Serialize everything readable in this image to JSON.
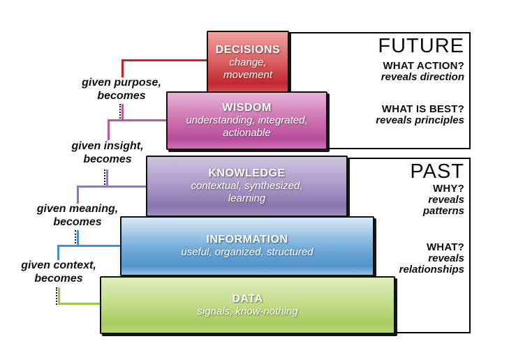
{
  "diagram": {
    "blocks": [
      {
        "name": "decisions",
        "title": "DECISIONS",
        "subtitle": "change,\nmovement",
        "color_top": "#f0a19e",
        "color_mid": "#d8595c",
        "color_bottom": "#c2282e",
        "color_edge": "#d4565c",
        "line_color": "#cb2128"
      },
      {
        "name": "wisdom",
        "title": "WISDOM",
        "subtitle": "understanding, integrated,\nactionable",
        "color_top": "#e6b4d8",
        "color_mid": "#ca6dac",
        "color_bottom": "#b84e9c",
        "color_edge": "#cd74b2",
        "line_color": "#c1589e"
      },
      {
        "name": "knowledge",
        "title": "KNOWLEDGE",
        "subtitle": "contextual, synthesized,\nlearning",
        "color_top": "#cfc4e1",
        "color_mid": "#a895c5",
        "color_bottom": "#8b74ad",
        "color_edge": "#a18fc0",
        "line_color": "#8d7cb2"
      },
      {
        "name": "information",
        "title": "INFORMATION",
        "subtitle": "useful, organized, structured",
        "color_top": "#d9eaf7",
        "color_mid": "#74acda",
        "color_bottom": "#5193cb",
        "color_edge": "#8fc0e4",
        "line_color": "#4890c7"
      },
      {
        "name": "data",
        "title": "DATA",
        "subtitle": "signals, know-nothing",
        "color_top": "#e0edbb",
        "color_mid": "#c0da84",
        "color_bottom": "#a6cb5e",
        "color_edge": "#b8d577",
        "line_color": "#9dc351"
      }
    ],
    "transitions": [
      {
        "label": "given purpose,\nbecomes"
      },
      {
        "label": "given insight,\nbecomes"
      },
      {
        "label": "given meaning,\nbecomes"
      },
      {
        "label": "given context,\nbecomes"
      }
    ],
    "panels": [
      {
        "era": "FUTURE",
        "entries": [
          {
            "question": "WHAT ACTION?",
            "reveals": "reveals direction"
          },
          {
            "question": "WHAT IS BEST?",
            "reveals": "reveals principles"
          }
        ]
      },
      {
        "era": "PAST",
        "entries": [
          {
            "question": "WHY?",
            "reveals": "reveals\npatterns"
          },
          {
            "question": "WHAT?",
            "reveals": "reveals\nrelationships"
          }
        ]
      }
    ],
    "colors": {
      "background": "#ffffff",
      "box_border": "#000000",
      "block_border": "#101010",
      "label_text": "#101010",
      "dotted_line": "#1a1a1a"
    }
  }
}
